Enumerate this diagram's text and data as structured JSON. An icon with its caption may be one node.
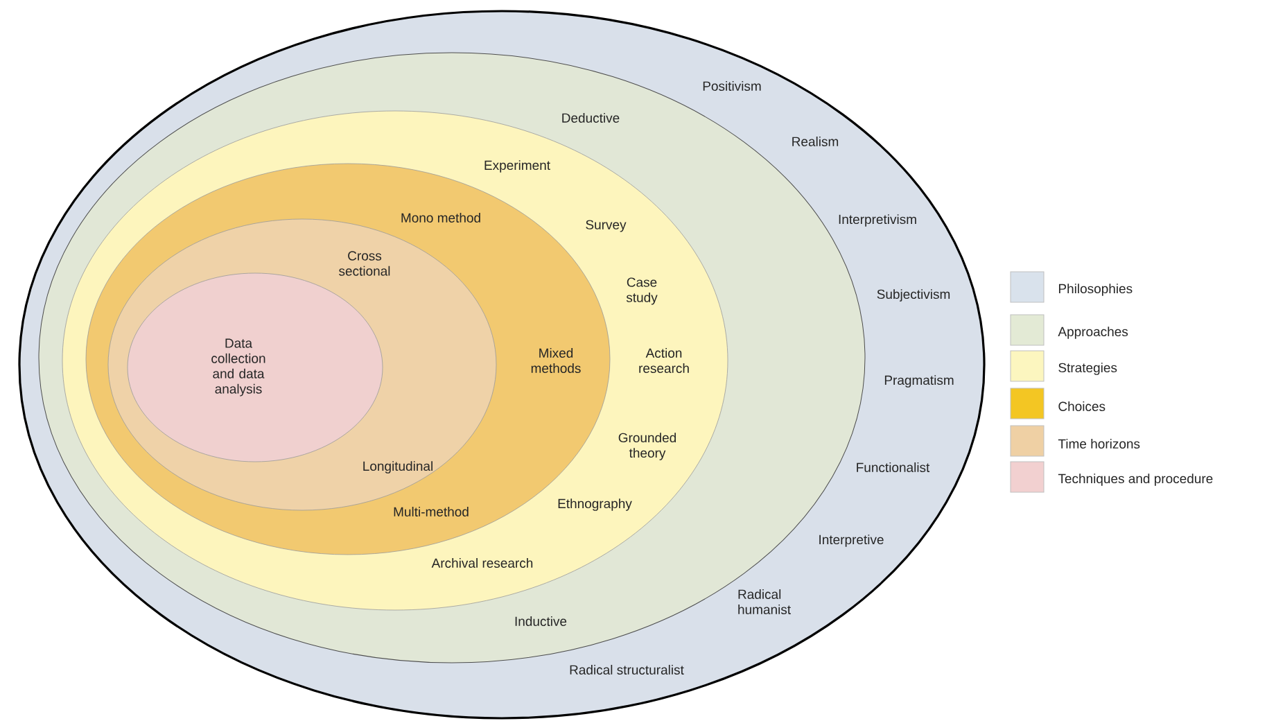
{
  "diagram": {
    "nodes": [
      {
        "text": [
          "Positivism",
          "Realism",
          "Interpretivism",
          "Subjectivism",
          "Pragmatism",
          "Functionalist",
          "Interpretive",
          "Radical humanist",
          "Radical structuralist"
        ]
      },
      {
        "text": [
          "Deductive",
          "Inductive"
        ],
        "in": 0
      },
      {
        "text": [
          "Experiment",
          "Survey",
          "Case study",
          "Action research",
          "Grounded theory",
          "Ethnography",
          "Archival research"
        ],
        "in": 1
      },
      {
        "text": [
          "Mono method",
          "Mixed methods",
          "Multi-method"
        ],
        "in": 2
      },
      {
        "text": [
          "Cross sectional",
          "Longitudinal"
        ],
        "in": 3
      },
      {
        "text": [
          "Data collection and data analysis"
        ],
        "in": 4
      }
    ],
    "edges": [],
    "legend": [
      {
        "text": "Philosophies",
        "color": "#d9e2ec"
      },
      {
        "text": "Approaches",
        "color": "#e3ead5"
      },
      {
        "text": "Strategies",
        "color": "#fcf6bf"
      },
      {
        "text": "Choices",
        "color": "#f3c623"
      },
      {
        "text": "Time horizons",
        "color": "#efd0a4"
      },
      {
        "text": "Techniques and procedure",
        "color": "#f2d0d0"
      }
    ]
  }
}
